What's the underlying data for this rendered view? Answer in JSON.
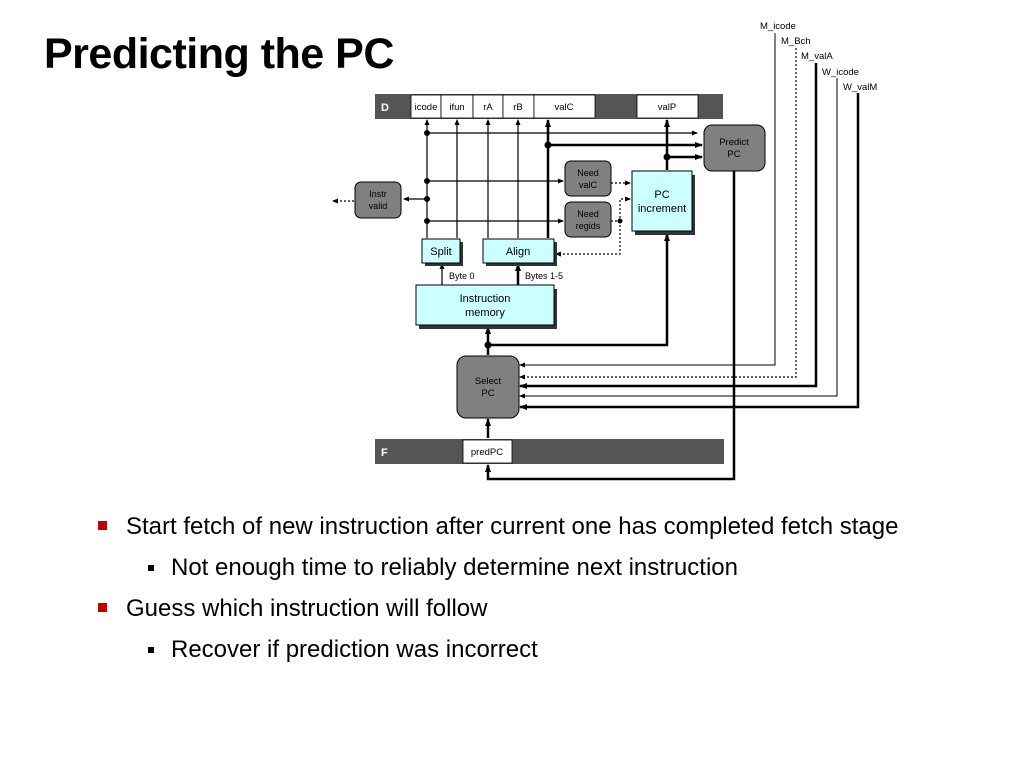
{
  "slide": {
    "title": "Predicting the PC"
  },
  "diagram": {
    "d_register": {
      "label": "D",
      "fields": [
        "icode",
        "ifun",
        "rA",
        "rB",
        "valC",
        "valP"
      ]
    },
    "f_register": {
      "label": "F",
      "fields": [
        "predPC"
      ]
    },
    "blocks": {
      "predict_pc": [
        "Predict",
        "PC"
      ],
      "pc_increment": [
        "PC",
        "increment"
      ],
      "need_valc": [
        "Need",
        "valC"
      ],
      "need_regids": [
        "Need",
        "regids"
      ],
      "instr_valid": [
        "Instr",
        "valid"
      ],
      "split": "Split",
      "align": "Align",
      "instruction_memory": [
        "Instruction",
        "memory"
      ],
      "select_pc": [
        "Select",
        "PC"
      ]
    },
    "labels": {
      "byte0": "Byte 0",
      "bytes15": "Bytes 1-5"
    },
    "signals": [
      "M_icode",
      "M_Bch",
      "M_valA",
      "W_icode",
      "W_valM"
    ]
  },
  "bullets": [
    {
      "level": 1,
      "text": "Start fetch of new instruction after current one has completed fetch stage"
    },
    {
      "level": 2,
      "text": "Not enough time to reliably determine next instruction"
    },
    {
      "level": 1,
      "text": "Guess which instruction will follow"
    },
    {
      "level": 2,
      "text": "Recover if prediction was incorrect"
    }
  ],
  "colors": {
    "bullet_level1": "#c00000",
    "register_bar": "#555555",
    "gray_block": "#808080",
    "cyan_block": "#ccffff"
  }
}
